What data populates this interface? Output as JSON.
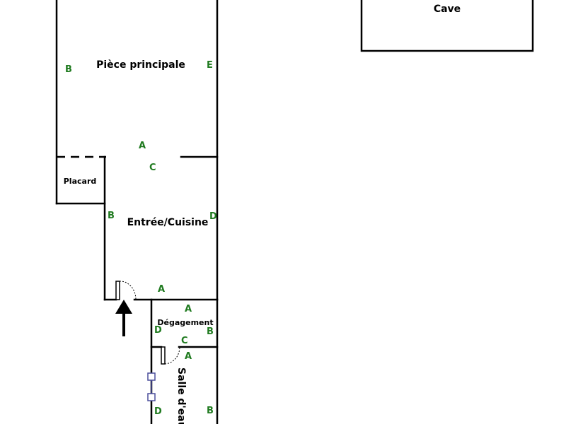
{
  "colors": {
    "wall": "#000000",
    "letter": "#1f7a1f",
    "window": "#4b4f9c",
    "background": "#ffffff"
  },
  "rooms": {
    "piece_principale": "Pièce principale",
    "cave": "Cave",
    "placard": "Placard",
    "entree_cuisine": "Entrée/Cuisine",
    "degagement": "Dégagement",
    "salle_eau": "Salle d'eau"
  },
  "wall_letters": {
    "pp_west": "B",
    "pp_east": "E",
    "pp_south": "A",
    "ec_north": "C",
    "ec_west": "B",
    "ec_east": "D",
    "ec_south": "A",
    "dg_north": "A",
    "dg_west": "D",
    "dg_east": "B",
    "dg_south": "C",
    "se_north": "A",
    "se_west": "D",
    "se_east": "B"
  },
  "icons": {
    "entrance": "entrance-arrow-icon",
    "door": "door-swing-icon",
    "window": "window-icon"
  }
}
